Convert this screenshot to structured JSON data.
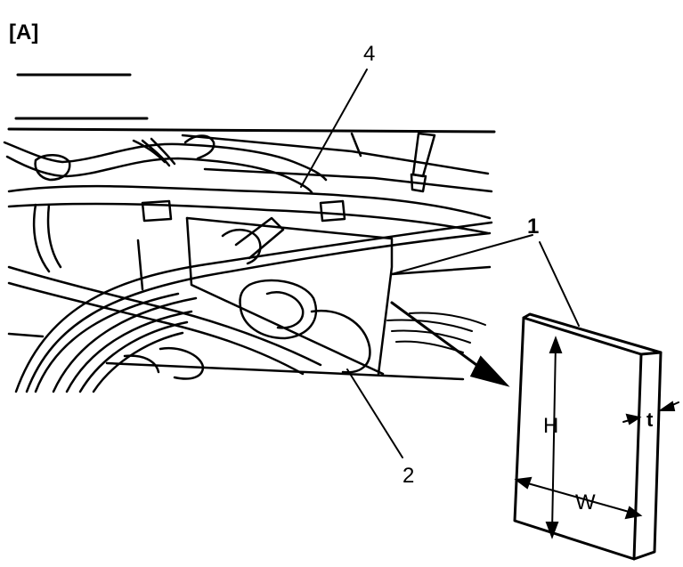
{
  "figure": {
    "panel_label": "[A]",
    "callouts": {
      "filter": "1",
      "unit": "2",
      "hose": "4"
    },
    "dimensions": {
      "height": "H",
      "width": "W",
      "thickness": "t"
    },
    "colors": {
      "ink": "#000000",
      "paper": "#ffffff"
    }
  }
}
